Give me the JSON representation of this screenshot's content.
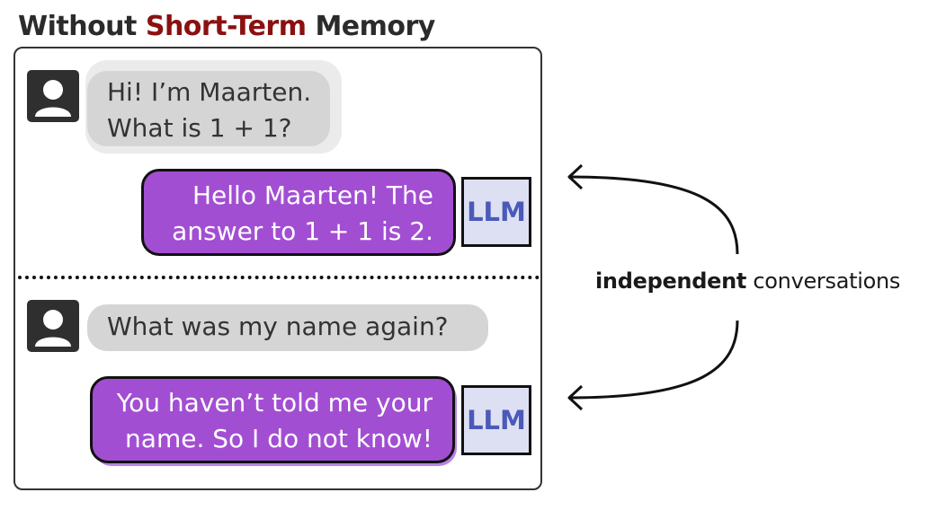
{
  "title": {
    "prefix": "Without",
    "highlight": "Short-Term",
    "suffix": "Memory"
  },
  "conversations": [
    {
      "user_message_line1": "Hi! I’m Maarten.",
      "user_message_line2": "What is 1 + 1?",
      "llm_badge": "LLM",
      "llm_message_line1": "Hello Maarten! The",
      "llm_message_line2": "answer to 1 + 1 is 2."
    },
    {
      "user_message_line1": "What was my name again?",
      "llm_badge": "LLM",
      "llm_message_line1": "You haven’t told me your",
      "llm_message_line2": "name. So I do not know!"
    }
  ],
  "side_label": {
    "bold": "independent",
    "normal": "conversations"
  },
  "colors": {
    "title_accent": "#8b1010",
    "llm_bubble": "#a24ed3",
    "llm_badge_bg": "#dde0f2",
    "llm_badge_text": "#4a5ab8",
    "user_bubble": "#d5d5d5",
    "avatar": "#2f2f2f"
  }
}
